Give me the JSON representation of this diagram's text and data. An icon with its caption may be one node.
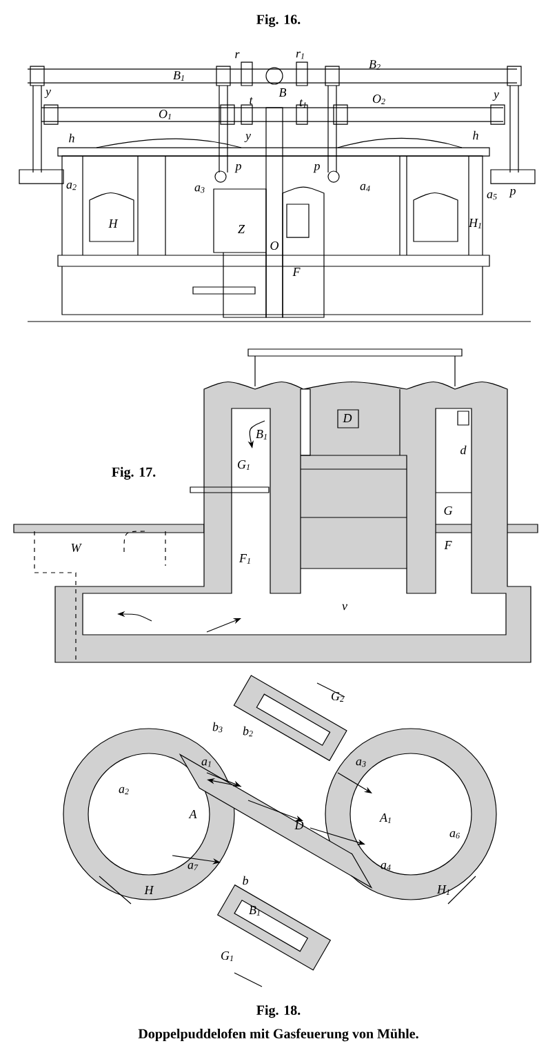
{
  "diagram": {
    "caption": "Doppelpuddelofen mit Gasfeuerung von Mühle.",
    "labels": [
      "Fig. 16.",
      "B$_{1}$",
      "r",
      "r$_{1}$",
      "B$_{2}$",
      "y",
      "B",
      "O$_{1}$",
      "t",
      "t$_{1}$",
      "O$_{2}$",
      "y",
      "h",
      "y",
      "h",
      "a$_{2}$",
      "a$_{3}$",
      "p",
      "p",
      "a$_{4}$",
      "a$_{5}$",
      "p",
      "H",
      "Z",
      "H$_{1}$",
      "O",
      "F",
      "D",
      "B$_{1}$",
      "d",
      "Fig. 17.",
      "G$_{1}$",
      "G",
      "W",
      "F$_{1}$",
      "F",
      "v",
      "G$_{2}$",
      "b$_{3}$",
      "b$_{2}$",
      "a$_{1}$",
      "a$_{3}$",
      "a$_{2}$",
      "A",
      "D",
      "A$_{1}$",
      "a$_{6}$",
      "a$_{7}$",
      "a$_{4}$",
      "H",
      "b",
      "B$_{1}$",
      "H$_{1}$",
      "G$_{1}$",
      "Fig. 18."
    ]
  }
}
